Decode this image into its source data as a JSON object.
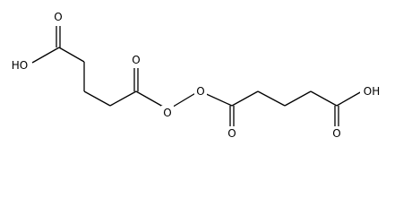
{
  "molecule": {
    "atoms": {
      "top_carboxyl_o_double": "O",
      "top_carboxyl_oh": "HO",
      "left_carbonyl_o": "O",
      "peroxide_o_left": "O",
      "peroxide_o_right": "O",
      "right_carbonyl_o": "O",
      "bottom_carboxyl_oh": "OH",
      "bottom_carboxyl_o_double": "O"
    },
    "colors": {
      "bond": "#000000",
      "text": "#000000",
      "background": "#ffffff"
    }
  }
}
